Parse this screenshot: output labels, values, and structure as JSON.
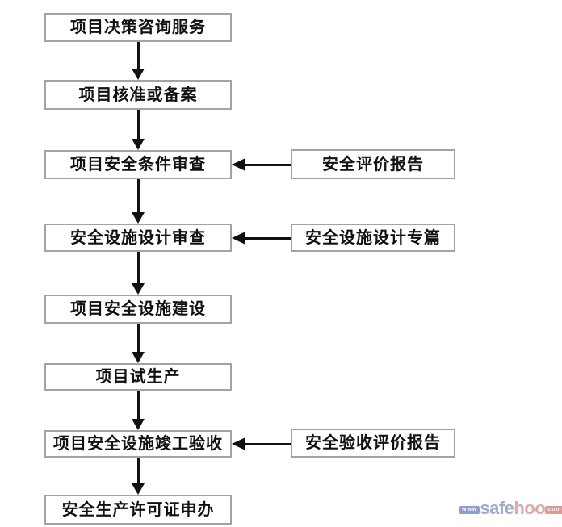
{
  "flowchart": {
    "main_steps": [
      {
        "label": "项目决策咨询服务"
      },
      {
        "label": "项目核准或备案"
      },
      {
        "label": "项目安全条件审查"
      },
      {
        "label": "安全设施设计审查"
      },
      {
        "label": "项目安全设施建设"
      },
      {
        "label": "项目试生产"
      },
      {
        "label": "项目安全设施竣工验收"
      },
      {
        "label": "安全生产许可证申办"
      }
    ],
    "side_inputs": [
      {
        "label": "安全评价报告",
        "target": "项目安全条件审查"
      },
      {
        "label": "安全设施设计专篇",
        "target": "安全设施设计审查"
      },
      {
        "label": "安全验收评价报告",
        "target": "项目安全设施竣工验收"
      }
    ]
  },
  "watermark": {
    "prefix": "www",
    "name_left": "safe",
    "name_right": "hoo",
    "suffix": "com"
  },
  "colors": {
    "background": "#ffffff",
    "box_border": "#a3a3a3",
    "text": "#111111",
    "arrow": "#111111",
    "watermark_blue": "#8595c5",
    "watermark_red": "#d98f8f"
  }
}
